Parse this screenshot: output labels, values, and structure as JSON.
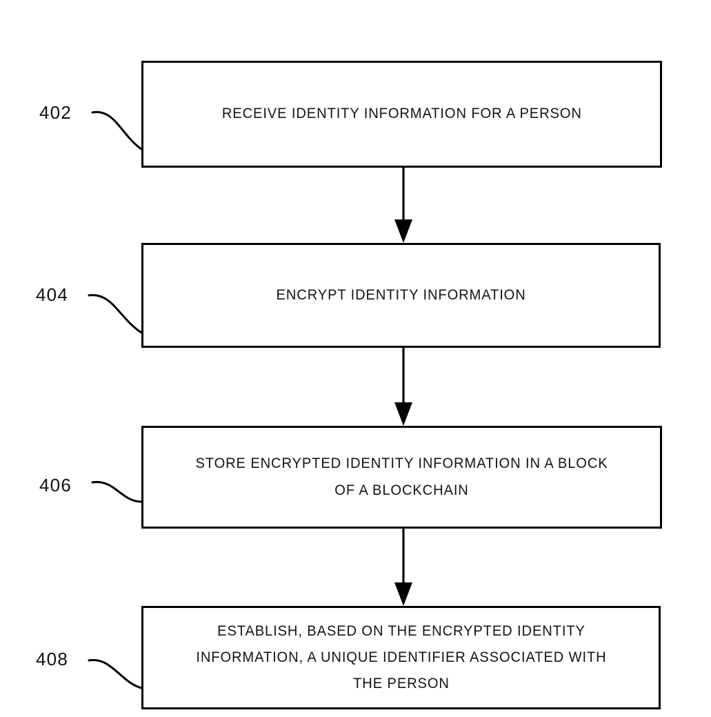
{
  "figure": {
    "title": "Identity information blockchain process flowchart",
    "figure_type": "patent-flowchart",
    "orientation": "vertical-top-to-bottom",
    "colors": {
      "line": "#000000",
      "box_fill": "#ffffff",
      "text": "#141414",
      "background": "#ffffff"
    },
    "steps": [
      {
        "ref": "402",
        "text": "RECEIVE IDENTITY INFORMATION FOR A PERSON",
        "lines": [
          "RECEIVE IDENTITY INFORMATION FOR A PERSON"
        ]
      },
      {
        "ref": "404",
        "text": "ENCRYPT IDENTITY INFORMATION",
        "lines": [
          "ENCRYPT IDENTITY INFORMATION"
        ]
      },
      {
        "ref": "406",
        "text": "STORE ENCRYPTED IDENTITY INFORMATION IN A BLOCK\nOF A BLOCKCHAIN",
        "lines": [
          "STORE ENCRYPTED IDENTITY INFORMATION IN A BLOCK",
          "OF A BLOCKCHAIN"
        ]
      },
      {
        "ref": "408",
        "text": "ESTABLISH, BASED ON THE ENCRYPTED IDENTITY\nINFORMATION, A UNIQUE IDENTIFIER ASSOCIATED WITH\nTHE PERSON",
        "lines": [
          "ESTABLISH, BASED ON THE ENCRYPTED IDENTITY",
          "INFORMATION, A UNIQUE IDENTIFIER ASSOCIATED WITH",
          "THE PERSON"
        ]
      }
    ],
    "connectors": [
      {
        "name": "arrow-402-to-404",
        "from_ref": "402",
        "to_ref": "404",
        "style": "solid-arrow-down"
      },
      {
        "name": "arrow-404-to-406",
        "from_ref": "404",
        "to_ref": "406",
        "style": "solid-arrow-down"
      },
      {
        "name": "arrow-406-to-408",
        "from_ref": "406",
        "to_ref": "408",
        "style": "solid-arrow-down"
      }
    ],
    "leader_lines": [
      {
        "name": "leader-402",
        "ref": "402",
        "style": "s-curve"
      },
      {
        "name": "leader-404",
        "ref": "404",
        "style": "s-curve"
      },
      {
        "name": "leader-406",
        "ref": "406",
        "style": "s-curve"
      },
      {
        "name": "leader-408",
        "ref": "408",
        "style": "s-curve"
      }
    ]
  }
}
